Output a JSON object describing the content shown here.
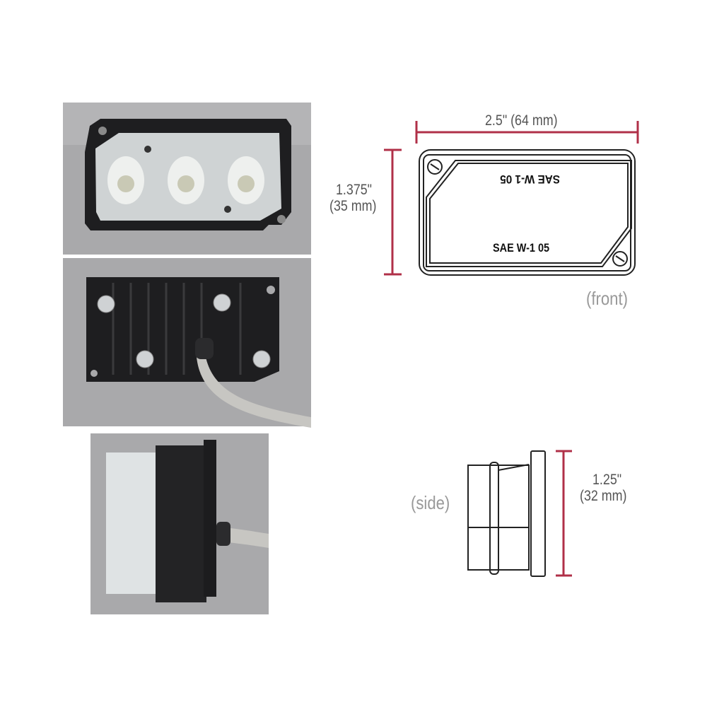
{
  "front_view": {
    "width_label": "2.5\" (64 mm)",
    "height_label_in": "1.375\"",
    "height_label_mm": "(35 mm)",
    "lens_text_top": "SAE W-1 05",
    "lens_text_bottom": "SAE W-1 05",
    "view_label": "(front)"
  },
  "side_view": {
    "depth_label_in": "1.25\"",
    "depth_label_mm": "(32 mm)",
    "view_label": "(side)"
  },
  "colors": {
    "dimension": "#b03048",
    "photo_bg": "#a9a9ab",
    "housing": "#1e1e20"
  }
}
